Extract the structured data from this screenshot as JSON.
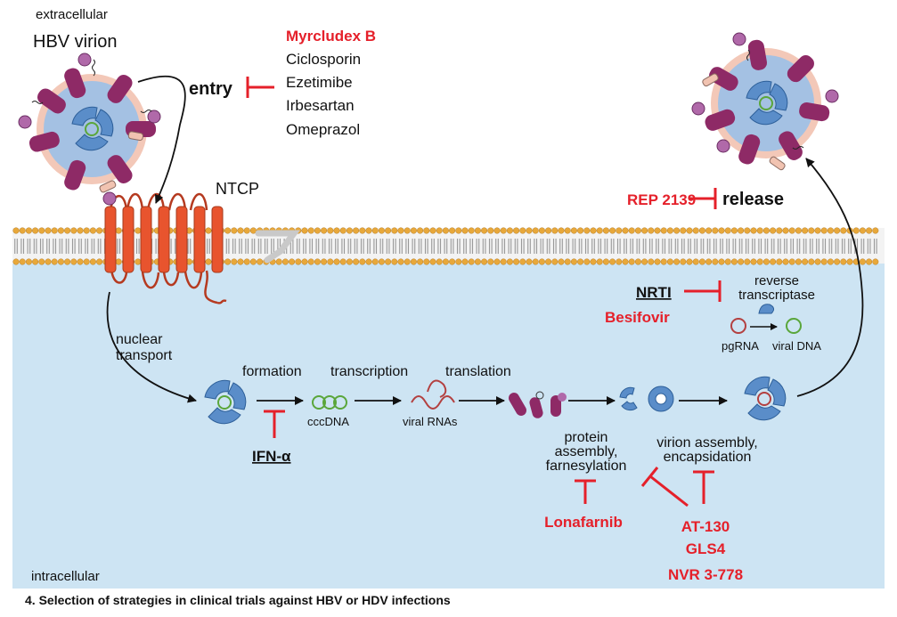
{
  "labels": {
    "extracellular": "extracellular",
    "hbv_virion": "HBV virion",
    "entry": "entry",
    "ntcp": "NTCP",
    "nuclear": "nuclear",
    "transport": "transport",
    "formation": "formation",
    "transcription": "transcription",
    "translation": "translation",
    "cccdna": "cccDNA",
    "viral_rnas": "viral RNAs",
    "protein_1": "protein",
    "protein_2": "assembly,",
    "protein_3": "farnesylation",
    "virion_1": "virion assembly,",
    "virion_2": "encapsidation",
    "reverse": "reverse",
    "transcriptase": "transcriptase",
    "pgrna": "pgRNA",
    "viral_dna": "viral DNA",
    "release": "release",
    "intracellular": "intracellular"
  },
  "drugs": {
    "entry": [
      "Myrcludex B",
      "Ciclosporin",
      "Ezetimibe",
      "Irbesartan",
      "Omeprazol"
    ],
    "ifn": "IFN-α",
    "nrti": "NRTI",
    "besifovir": "Besifovir",
    "rep": "REP 2139",
    "lonafarnib": "Lonafarnib",
    "capsid": [
      "AT-130",
      "GLS4",
      "NVR 3-778"
    ]
  },
  "caption": "4. Selection of strategies in clinical trials against HBV or HDV infections",
  "colors": {
    "cytoplasm": "#cde4f3",
    "drug_red": "#e5202a",
    "ntcp": "#e8542e",
    "spike": "#8e2a66",
    "lipid_head": "#e8a83a"
  }
}
